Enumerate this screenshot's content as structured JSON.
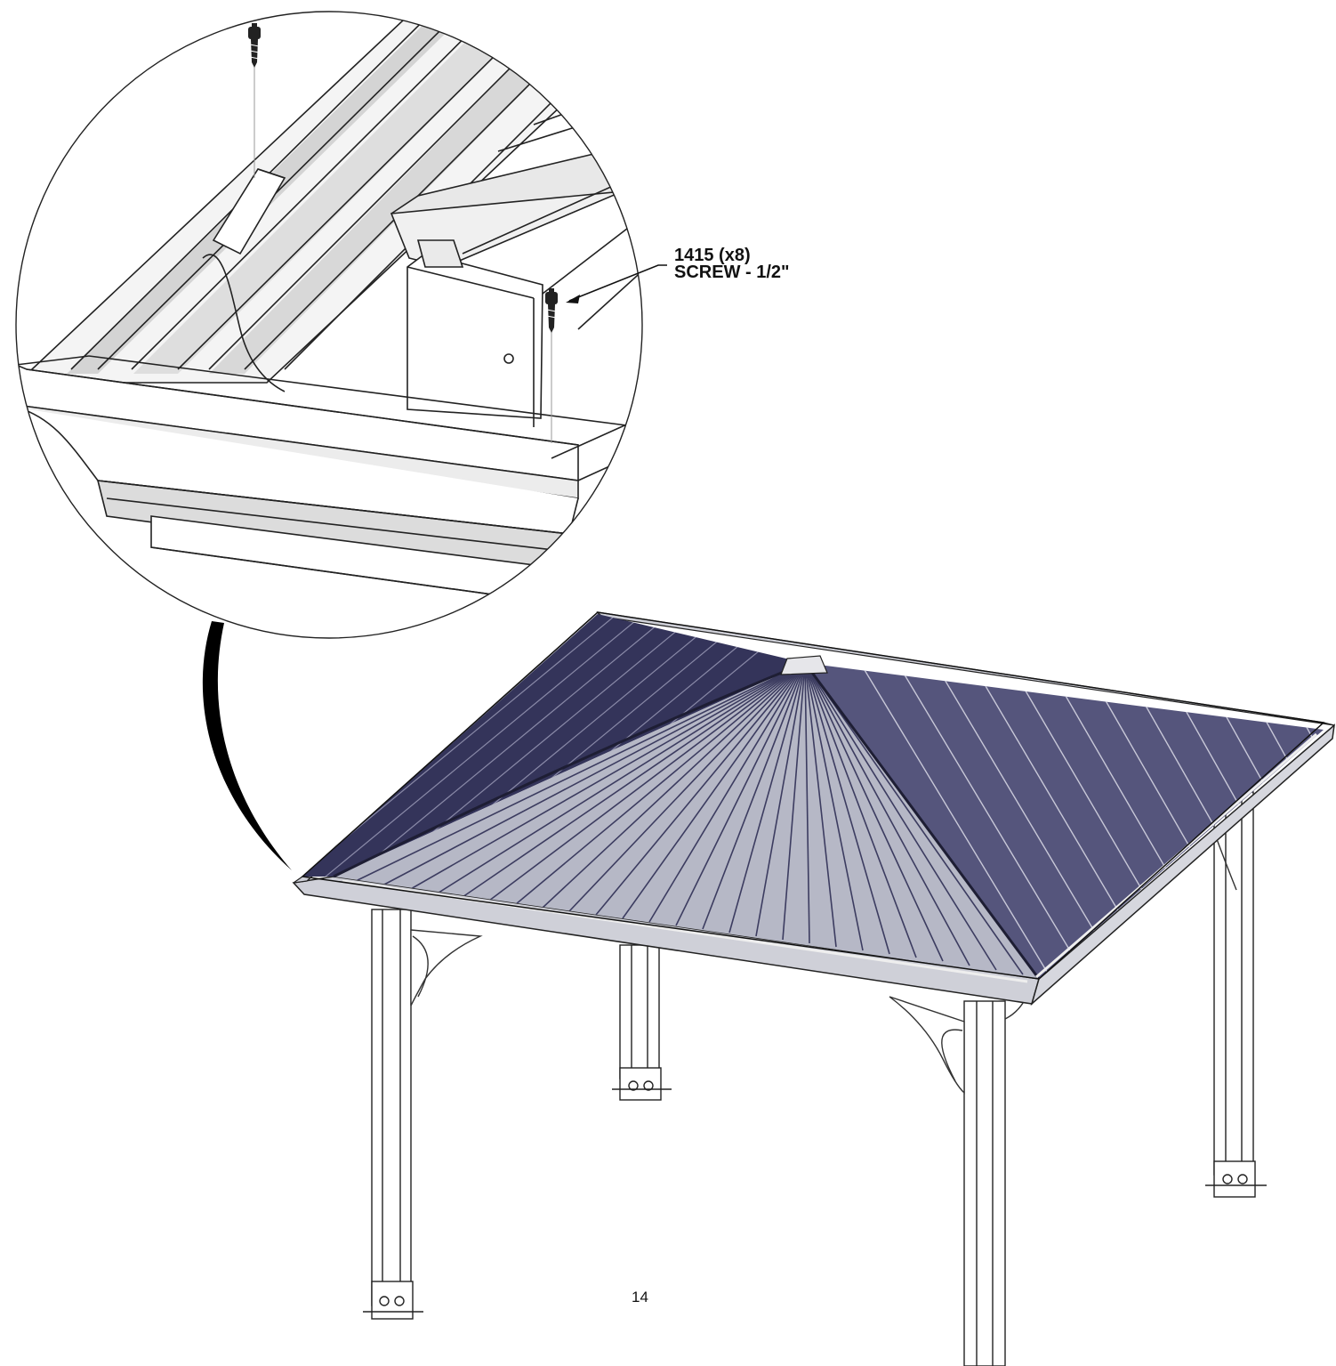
{
  "callout": {
    "part_line": "1415 (x8)",
    "desc_line": "SCREW - 1/2\""
  },
  "page": {
    "number": "14"
  }
}
